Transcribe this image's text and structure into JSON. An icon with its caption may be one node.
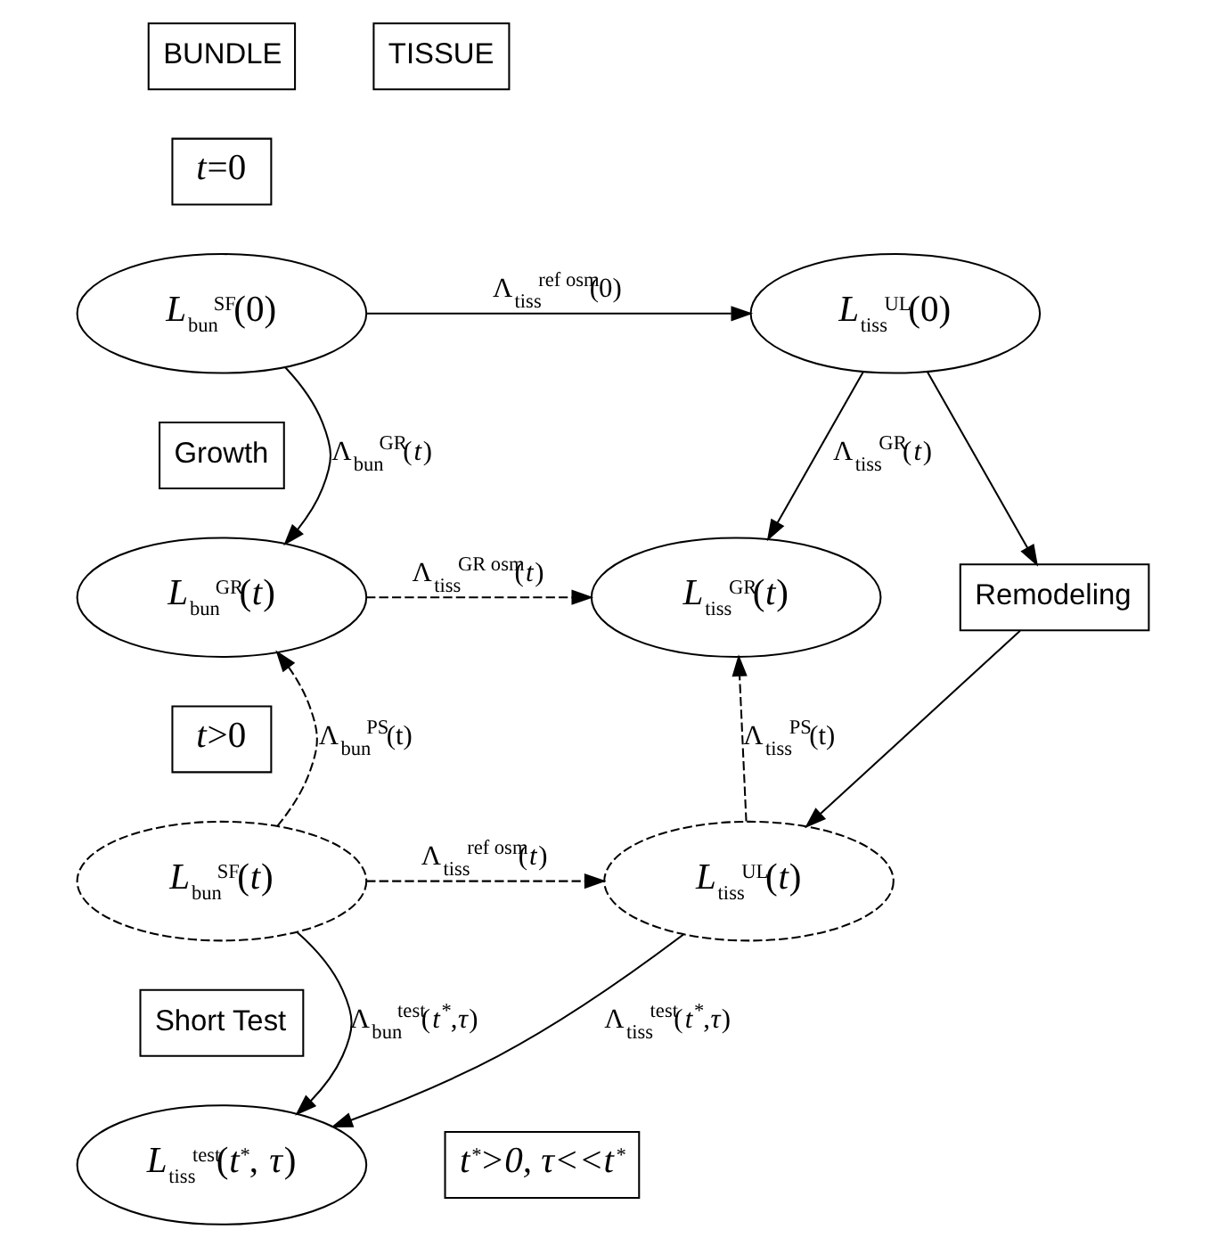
{
  "diagram": {
    "nodes": [
      {
        "text": [
          "BUNDLE"
        ]
      },
      {
        "text": [
          "TISSUE"
        ]
      },
      {
        "text": [
          "*t*=0"
        ]
      },
      {
        "text": [
          "*L*$_{bun}$$^{SF}$(0)"
        ]
      },
      {
        "text": [
          "*L*$_{tiss}$$^{UL}$(0)"
        ]
      },
      {
        "text": [
          "Growth"
        ]
      },
      {
        "text": [
          "*L*$_{bun}$$^{GR}$(*t*)"
        ]
      },
      {
        "text": [
          "*L*$_{tiss}$$^{GR}$(*t*)"
        ]
      },
      {
        "text": [
          "Remodeling"
        ]
      },
      {
        "text": [
          "*t*>0"
        ]
      },
      {
        "text": [
          "*L*$_{bun}$$^{SF}$(*t*)"
        ]
      },
      {
        "text": [
          "*L*$_{tiss}$$^{UL}$(*t*)"
        ]
      },
      {
        "text": [
          "Short Test"
        ]
      },
      {
        "text": [
          "*L*$_{tiss}$$^{test}$(*t*$^{*}$, *τ*)"
        ]
      },
      {
        "text": [
          "t$^{*}$>0, τ<<t$^{*}$"
        ]
      }
    ],
    "edges": [
      {
        "from": 3,
        "to": 4,
        "arrow": "to",
        "label": "Λ$_{tiss}$$^{ref osm}$(0)"
      },
      {
        "from": 3,
        "to": 6,
        "arrow": "to",
        "label": "Λ$_{bun}$$^{GR}$(*t*)"
      },
      {
        "from": 4,
        "to": 7,
        "arrow": "to",
        "label": "Λ$_{tiss}$$^{GR}$(*t*)"
      },
      {
        "from": 4,
        "to": 8,
        "arrow": "to"
      },
      {
        "from": 6,
        "to": 7,
        "arrow": "to",
        "style": "dashed",
        "label": "Λ$_{tiss}$$^{GR osm}$(*t*)"
      },
      {
        "from": 10,
        "to": 6,
        "arrow": "to",
        "style": "dashed",
        "label": "Λ$_{bun}$$^{PS}$(t)"
      },
      {
        "from": 11,
        "to": 7,
        "arrow": "to",
        "style": "dashed",
        "label": "Λ$_{tiss}$$^{PS}$(t)"
      },
      {
        "from": 10,
        "to": 11,
        "arrow": "to",
        "style": "dashed",
        "label": "Λ$_{tiss}$$^{ref osm}$(*t*)"
      },
      {
        "from": 8,
        "to": 11,
        "arrow": "to"
      },
      {
        "from": 10,
        "to": 13,
        "arrow": "to",
        "label": "Λ$_{bun}$$^{test}$(*t*$^{*}$,*τ*)"
      },
      {
        "from": 11,
        "to": 13,
        "arrow": "to",
        "label": "Λ$_{tiss}$$^{test}$(*t*$^{*}$,*τ*)"
      }
    ]
  }
}
